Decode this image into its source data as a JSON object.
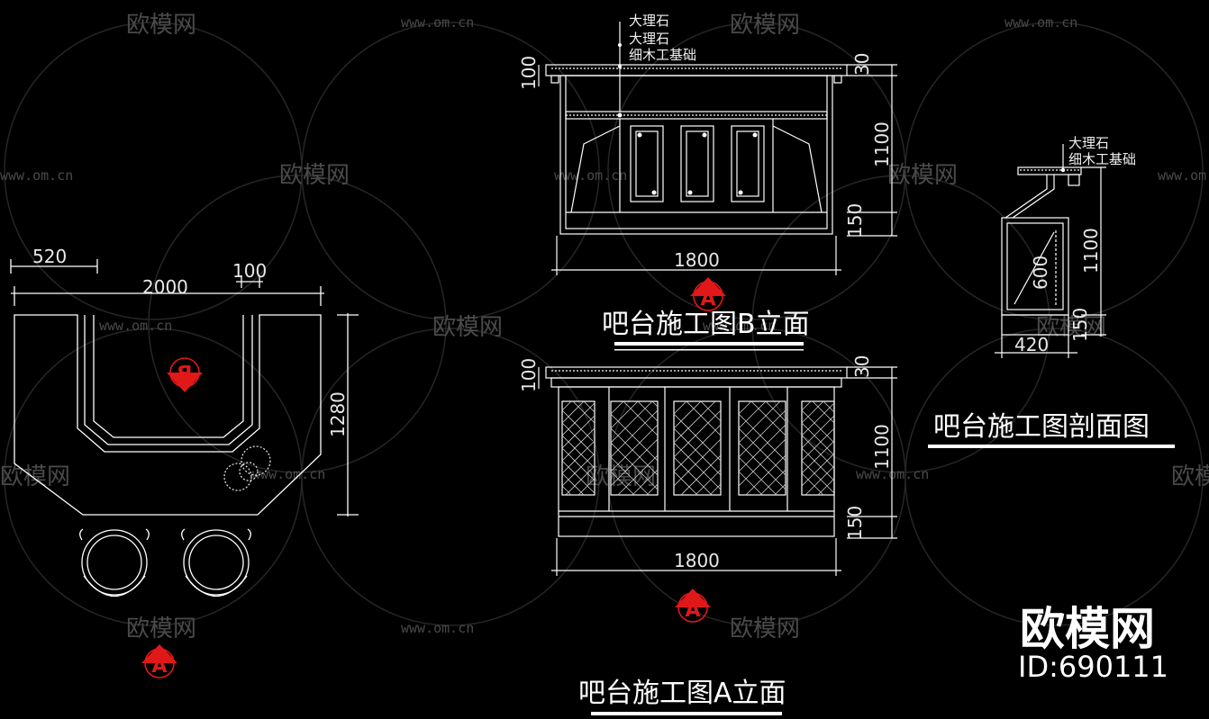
{
  "watermark": {
    "url": "www.om.cn",
    "brand": "欧模网"
  },
  "plan": {
    "dim_top_left": "520",
    "dim_top_overall": "2000",
    "dim_top_right": "100",
    "dim_side": "1280",
    "section_marker": "B",
    "view_marker": "A"
  },
  "elevation_b": {
    "notes": [
      "大理石",
      "大理石",
      "细木工基础"
    ],
    "dim_top": "100",
    "dim_top_right": "30",
    "dim_height": "1100",
    "dim_base": "150",
    "dim_width": "1800",
    "view_marker": "A",
    "title": "吧台施工图B立面"
  },
  "elevation_a": {
    "dim_top": "100",
    "dim_top_right": "30",
    "dim_height": "1100",
    "dim_base": "150",
    "dim_width": "1800",
    "view_marker": "A",
    "title": "吧台施工图A立面"
  },
  "section": {
    "notes": [
      "大理石",
      "细木工基础"
    ],
    "dim_height": "1100",
    "dim_inner": "600",
    "dim_base": "150",
    "dim_width": "420",
    "title": "吧台施工图剖面图"
  },
  "brand_block": {
    "name": "欧模网",
    "id_text": "ID:690111"
  }
}
